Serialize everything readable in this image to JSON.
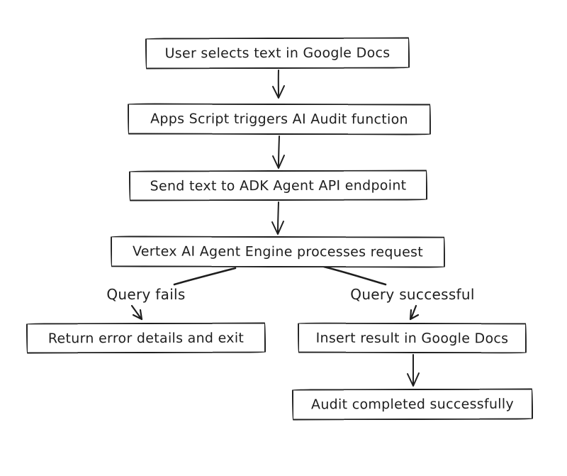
{
  "diagram": {
    "background_color": "#ffffff",
    "stroke_color": "#1e1e1e",
    "style": "hand-drawn flowchart",
    "nodes": [
      {
        "id": "user-selects-text",
        "label": "User selects text in Google Docs"
      },
      {
        "id": "apps-script-triggers",
        "label": "Apps Script triggers AI Audit function"
      },
      {
        "id": "send-text-adk",
        "label": "Send text to ADK Agent API endpoint"
      },
      {
        "id": "vertex-processes",
        "label": "Vertex AI Agent Engine processes request"
      },
      {
        "id": "return-error",
        "label": "Return error details and exit"
      },
      {
        "id": "insert-result",
        "label": "Insert result in Google Docs"
      },
      {
        "id": "audit-completed",
        "label": "Audit completed successfully"
      }
    ],
    "branch_labels": [
      {
        "id": "query-fails",
        "label": "Query fails"
      },
      {
        "id": "query-successful",
        "label": "Query successful"
      }
    ],
    "edges": [
      {
        "from": "user-selects-text",
        "to": "apps-script-triggers",
        "label": ""
      },
      {
        "from": "apps-script-triggers",
        "to": "send-text-adk",
        "label": ""
      },
      {
        "from": "send-text-adk",
        "to": "vertex-processes",
        "label": ""
      },
      {
        "from": "vertex-processes",
        "to": "return-error",
        "label": "Query fails"
      },
      {
        "from": "vertex-processes",
        "to": "insert-result",
        "label": "Query successful"
      },
      {
        "from": "insert-result",
        "to": "audit-completed",
        "label": ""
      }
    ]
  }
}
